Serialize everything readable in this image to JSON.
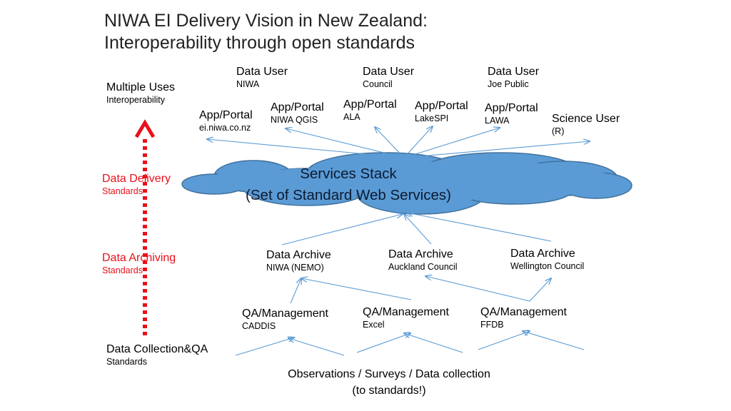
{
  "title": {
    "line1": "NIWA EI Delivery Vision in New Zealand:",
    "line2": "Interoperability through open standards"
  },
  "left_column": {
    "multiple_uses": {
      "label": "Multiple Uses",
      "sub": "Interoperability"
    },
    "data_delivery": {
      "label": "Data Delivery",
      "sub": "Standards"
    },
    "data_archiving": {
      "label": "Data Archiving",
      "sub": "Standards"
    },
    "data_collection": {
      "label": "Data Collection&QA",
      "sub": "Standards"
    }
  },
  "data_users": [
    {
      "label": "Data User",
      "sub": "NIWA"
    },
    {
      "label": "Data User",
      "sub": "Council"
    },
    {
      "label": "Data User",
      "sub": "Joe Public"
    }
  ],
  "portals": [
    {
      "label": "App/Portal",
      "sub": "ei.niwa.co.nz"
    },
    {
      "label": "App/Portal",
      "sub": "NIWA QGIS"
    },
    {
      "label": "App/Portal",
      "sub": "ALA"
    },
    {
      "label": "App/Portal",
      "sub": "LakeSPI"
    },
    {
      "label": "App/Portal",
      "sub": "LAWA"
    }
  ],
  "science_user": {
    "label": "Science User",
    "sub": "(R)"
  },
  "services_stack": {
    "line1": "Services Stack",
    "line2": "(Set of Standard Web Services)"
  },
  "archives": [
    {
      "label": "Data Archive",
      "sub": "NIWA (NEMO)"
    },
    {
      "label": "Data Archive",
      "sub": "Auckland Council"
    },
    {
      "label": "Data Archive",
      "sub": "Wellington Council"
    }
  ],
  "qa": [
    {
      "label": "QA/Management",
      "sub": "CADDIS"
    },
    {
      "label": "QA/Management",
      "sub": "Excel"
    },
    {
      "label": "QA/Management",
      "sub": "FFDB"
    }
  ],
  "observations": {
    "line1": "Observations / Surveys / Data collection",
    "line2": "(to standards!)"
  },
  "colors": {
    "arrow": "#5b9bd5",
    "cloud_fill": "#5b9bd5",
    "cloud_stroke": "#41719c",
    "standards_red": "#e8101a"
  }
}
